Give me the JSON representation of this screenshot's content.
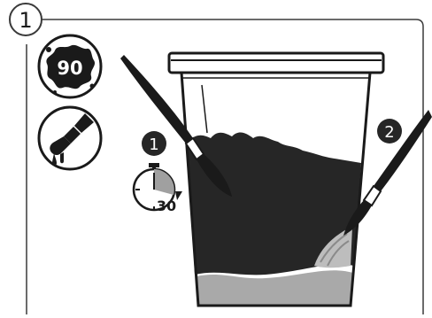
{
  "step": {
    "number": "1"
  },
  "icons": {
    "paint_badge": {
      "name": "paint-splat-icon",
      "value": "90"
    },
    "brush_badge": {
      "name": "brush-drip-icon"
    }
  },
  "markers": {
    "first": "1",
    "second": "2"
  },
  "timer": {
    "name": "stopwatch-icon",
    "value": "30"
  },
  "colors": {
    "ink": "#1a1a1a",
    "paint": "#262626",
    "grey": "#9a9a9a",
    "light_grey": "#bdbdbd",
    "frame": "#3a3a3a",
    "bg": "#ffffff"
  }
}
